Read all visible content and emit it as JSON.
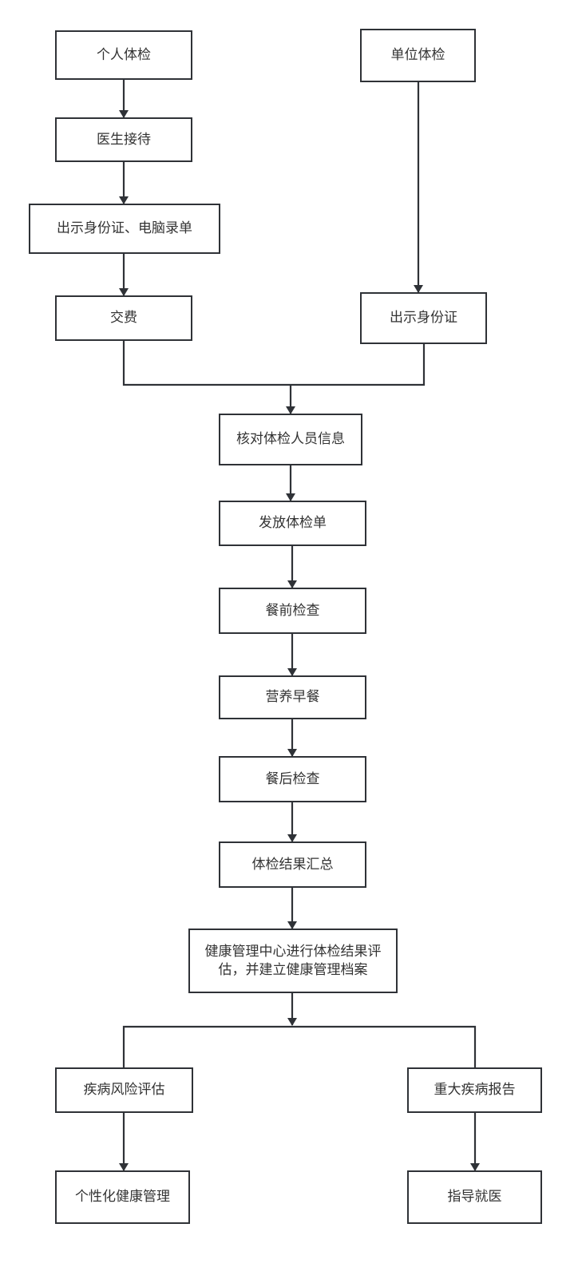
{
  "diagram": {
    "type": "flowchart",
    "colors": {
      "stroke": "#2f3237",
      "text": "#333333",
      "background": "#ffffff"
    },
    "nodes": {
      "personal": "个人体检",
      "doctor": "医生接待",
      "showid_record": "出示身份证、电脑录单",
      "pay": "交费",
      "unit": "单位体检",
      "showid": "出示身份证",
      "verify": "核对体检人员信息",
      "issue": "发放体检单",
      "pre_meal": "餐前检查",
      "breakfast": "营养早餐",
      "post_meal": "餐后检查",
      "summary": "体检结果汇总",
      "evaluate": "健康管理中心进行体检结果评估，并建立健康管理档案",
      "risk": "疾病风险评估",
      "major": "重大疾病报告",
      "personalized": "个性化健康管理",
      "guide": "指导就医"
    },
    "edges": [
      [
        "个人体检",
        "医生接待"
      ],
      [
        "医生接待",
        "出示身份证、电脑录单"
      ],
      [
        "出示身份证、电脑录单",
        "交费"
      ],
      [
        "单位体检",
        "出示身份证"
      ],
      [
        "交费",
        "核对体检人员信息"
      ],
      [
        "出示身份证",
        "核对体检人员信息"
      ],
      [
        "核对体检人员信息",
        "发放体检单"
      ],
      [
        "发放体检单",
        "餐前检查"
      ],
      [
        "餐前检查",
        "营养早餐"
      ],
      [
        "营养早餐",
        "餐后检查"
      ],
      [
        "餐后检查",
        "体检结果汇总"
      ],
      [
        "体检结果汇总",
        "健康管理中心进行体检结果评估，并建立健康管理档案"
      ],
      [
        "健康管理中心进行体检结果评估，并建立健康管理档案",
        "疾病风险评估"
      ],
      [
        "健康管理中心进行体检结果评估，并建立健康管理档案",
        "重大疾病报告"
      ],
      [
        "疾病风险评估",
        "个性化健康管理"
      ],
      [
        "重大疾病报告",
        "指导就医"
      ]
    ]
  }
}
